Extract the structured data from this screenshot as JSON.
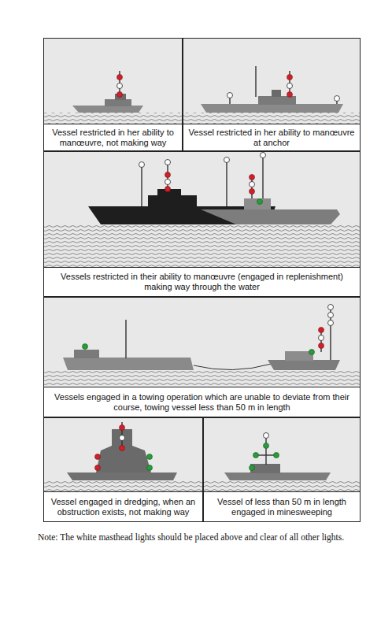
{
  "diagram": {
    "nodes": [
      {
        "text": [
          "Vessel restricted in her ability to manœuvre, not making way"
        ]
      },
      {
        "text": [
          "Vessel restricted in her ability to manœuvre at anchor"
        ]
      },
      {
        "text": [
          "Vessels restricted in their ability to manœuvre (engaged in replenishment) making way through the water"
        ]
      },
      {
        "text": [
          "Vessels engaged in a towing operation which are unable to deviate from their course, towing vessel less than 50 m in length"
        ]
      },
      {
        "text": [
          "Vessel engaged in dredging, when an obstruction exists, not making way"
        ]
      },
      {
        "text": [
          "Vessel of less than 50 m in length engaged in minesweeping"
        ]
      }
    ],
    "labels": [
      "Note: The white masthead lights should be placed above and clear of all other lights."
    ]
  }
}
